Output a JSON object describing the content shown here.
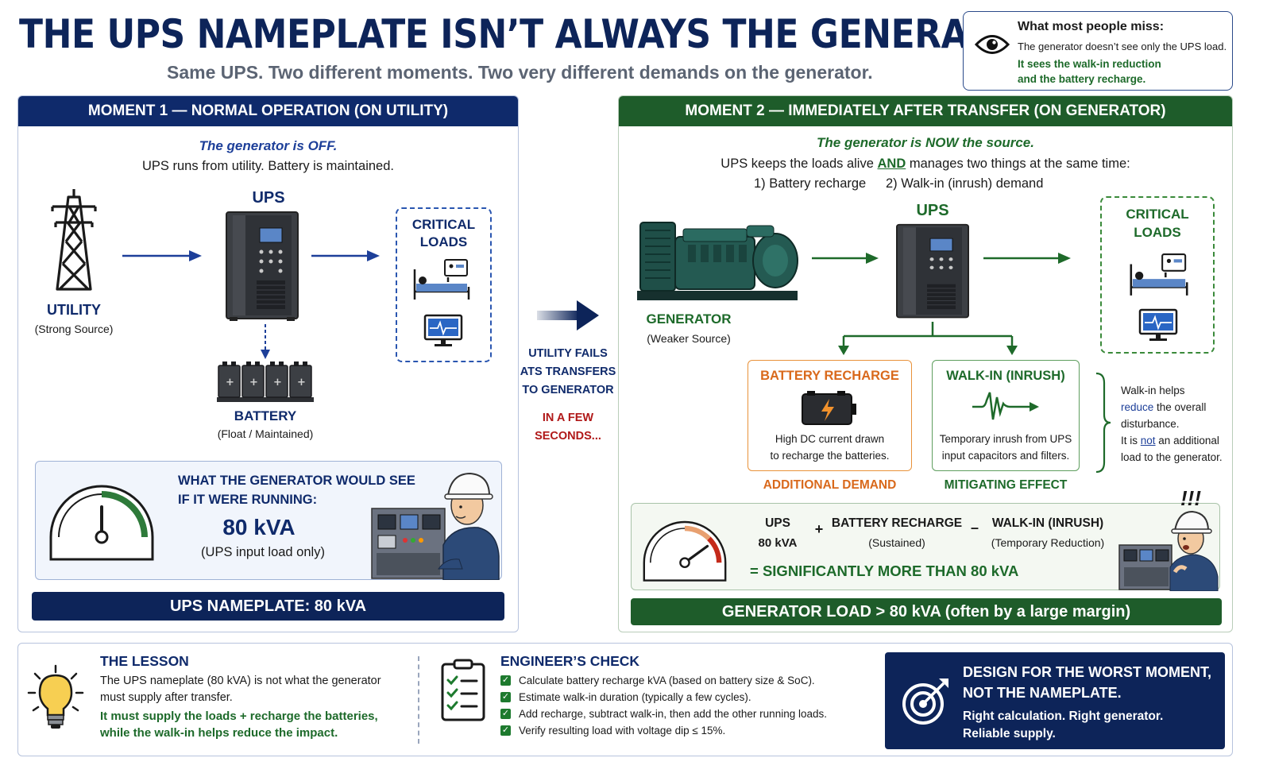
{
  "header": {
    "title": "THE UPS NAMEPLATE ISN’T ALWAYS THE GENERATOR LOAD",
    "subtitle": "Same UPS. Two different moments. Two very different demands on the generator."
  },
  "callout": {
    "title": "What most people miss:",
    "line1": "The generator doesn’t see only the UPS load.",
    "line2": "It sees the walk-in reduction",
    "line3": "and the battery recharge."
  },
  "moment1": {
    "heading": "MOMENT 1 — NORMAL OPERATION (ON UTILITY)",
    "status": "The generator is OFF.",
    "desc": "UPS runs from utility. Battery is maintained.",
    "utility_label": "UTILITY",
    "utility_sub": "(Strong Source)",
    "ups_label": "UPS",
    "critical_l1": "CRITICAL",
    "critical_l2": "LOADS",
    "battery_label": "BATTERY",
    "battery_sub": "(Float / Maintained)",
    "gauge_title_l1": "WHAT THE GENERATOR WOULD SEE",
    "gauge_title_l2": "IF IT WERE RUNNING:",
    "gauge_value": "80 kVA",
    "gauge_note": "(UPS input load only)",
    "nameplate_bar": "UPS NAMEPLATE:  80 kVA"
  },
  "transition": {
    "l1": "UTILITY FAILS",
    "l2": "ATS TRANSFERS",
    "l3": "TO GENERATOR",
    "w1": "IN A FEW",
    "w2": "SECONDS..."
  },
  "moment2": {
    "heading": "MOMENT 2 — IMMEDIATELY AFTER TRANSFER (ON GENERATOR)",
    "status": "The generator is NOW the source.",
    "desc_pre": "UPS keeps the loads alive ",
    "desc_and": "AND",
    "desc_post": " manages two things at the same time:",
    "item1": "1) Battery recharge",
    "item2": "2) Walk-in (inrush) demand",
    "generator_label": "GENERATOR",
    "generator_sub": "(Weaker Source)",
    "ups_label": "UPS",
    "critical_l1": "CRITICAL",
    "critical_l2": "LOADS",
    "recharge_title": "BATTERY RECHARGE",
    "recharge_l1": "High DC current drawn",
    "recharge_l2": "to recharge the batteries.",
    "recharge_tag": "ADDITIONAL DEMAND",
    "walkin_title": "WALK-IN (INRUSH)",
    "walkin_l1": "Temporary inrush from UPS",
    "walkin_l2": "input capacitors and filters.",
    "walkin_tag": "MITIGATING EFFECT",
    "note_l1": "Walk-in helps",
    "note_l2a": "reduce",
    "note_l2b": " the overall",
    "note_l3": "disturbance.",
    "note_l4a": "It is ",
    "note_l4b": "not",
    "note_l4c": " an additional",
    "note_l5": "load to the generator.",
    "eq_ups": "UPS",
    "eq_ups_val": "80 kVA",
    "eq_plus": "+",
    "eq_recharge": "BATTERY RECHARGE",
    "eq_recharge_sub": "(Sustained)",
    "eq_minus": "–",
    "eq_walkin": "WALK-IN (INRUSH)",
    "eq_walkin_sub": "(Temporary Reduction)",
    "eq_result": "=  SIGNIFICANTLY MORE THAN 80 kVA",
    "exclaim": "!!!",
    "generator_bar": "GENERATOR LOAD  >  80 kVA (often by a large margin)"
  },
  "lesson": {
    "title": "THE LESSON",
    "l1": "The UPS nameplate (80 kVA) is not what the generator",
    "l2": "must supply after transfer.",
    "l3": "It must supply the loads + recharge the batteries,",
    "l4": "while the walk-in helps reduce the impact."
  },
  "check": {
    "title": "ENGINEER’S CHECK",
    "items": [
      "Calculate battery recharge kVA (based on battery size & SoC).",
      "Estimate walk-in duration (typically a few cycles).",
      "Add recharge, subtract walk-in, then add the other running loads.",
      "Verify resulting load with voltage dip ≤ 15%."
    ]
  },
  "design": {
    "l1": "DESIGN FOR THE WORST MOMENT,",
    "l2": "NOT THE NAMEPLATE.",
    "l3": "Right calculation. Right generator.",
    "l4": "Reliable supply."
  },
  "gauges": {
    "moment1_level": 0.5,
    "moment2_level": 0.8
  },
  "colors": {
    "navy": "#0d2459",
    "green": "#1e5c2a",
    "orange": "#d9691c",
    "red": "#b01818"
  }
}
